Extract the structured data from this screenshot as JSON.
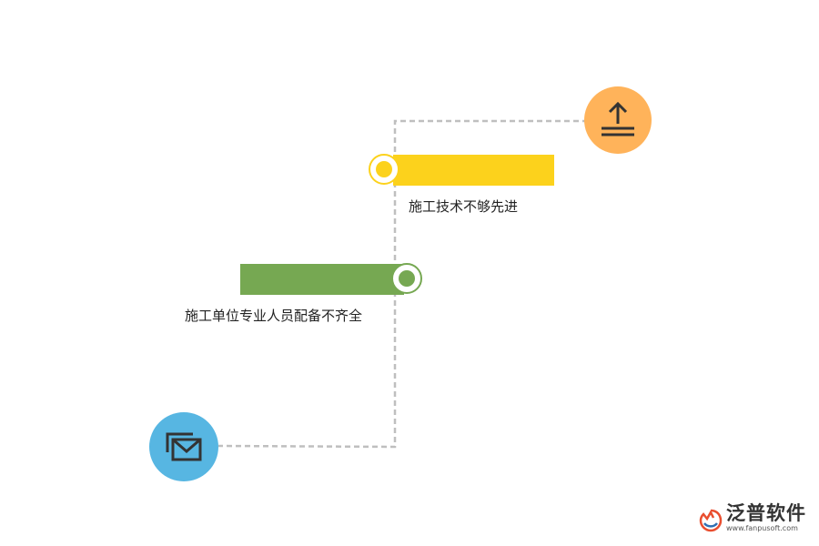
{
  "colors": {
    "connector": "#bfbfbf",
    "yellow": "#fcd21c",
    "green": "#76a852",
    "orange": "#ffb35a",
    "blue": "#57b6e2",
    "icon_dark": "#333333"
  },
  "items": [
    {
      "label": "施工技术不够先进",
      "color": "#fcd21c"
    },
    {
      "label": "施工单位专业人员配备不齐全",
      "color": "#76a852"
    }
  ],
  "icons": {
    "top": "upload-icon",
    "bottom": "envelopes-icon"
  },
  "logo": {
    "name": "泛普软件",
    "url": "www.fanpusoft.com",
    "accent": "#e94e2f"
  }
}
